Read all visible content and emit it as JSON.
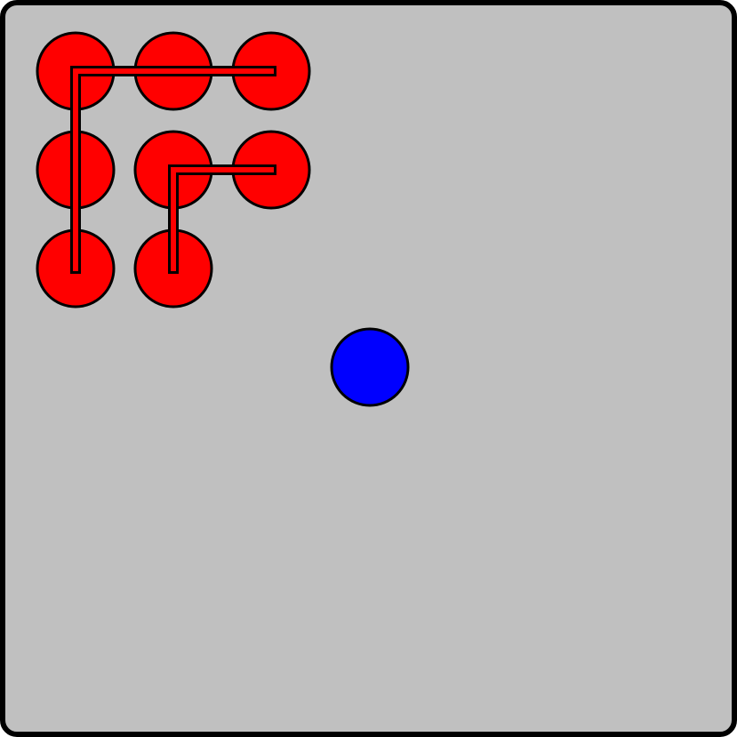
{
  "board": {
    "background": "#c0c0c0",
    "border": "#000000"
  },
  "colors": {
    "red_piece": "#ff0000",
    "blue_piece": "#0000ff",
    "outline": "#000000"
  },
  "red_pieces": [
    {
      "row": 0,
      "col": 0
    },
    {
      "row": 0,
      "col": 1
    },
    {
      "row": 0,
      "col": 2
    },
    {
      "row": 1,
      "col": 0
    },
    {
      "row": 1,
      "col": 1
    },
    {
      "row": 1,
      "col": 2
    },
    {
      "row": 2,
      "col": 0
    },
    {
      "row": 2,
      "col": 1
    }
  ],
  "blue_piece": {
    "row": 3,
    "col": 3
  },
  "connections": [
    {
      "path": [
        [
          2,
          0
        ],
        [
          0,
          0
        ],
        [
          0,
          2
        ]
      ]
    },
    {
      "path": [
        [
          2,
          1
        ],
        [
          1,
          1
        ],
        [
          1,
          2
        ]
      ]
    }
  ]
}
